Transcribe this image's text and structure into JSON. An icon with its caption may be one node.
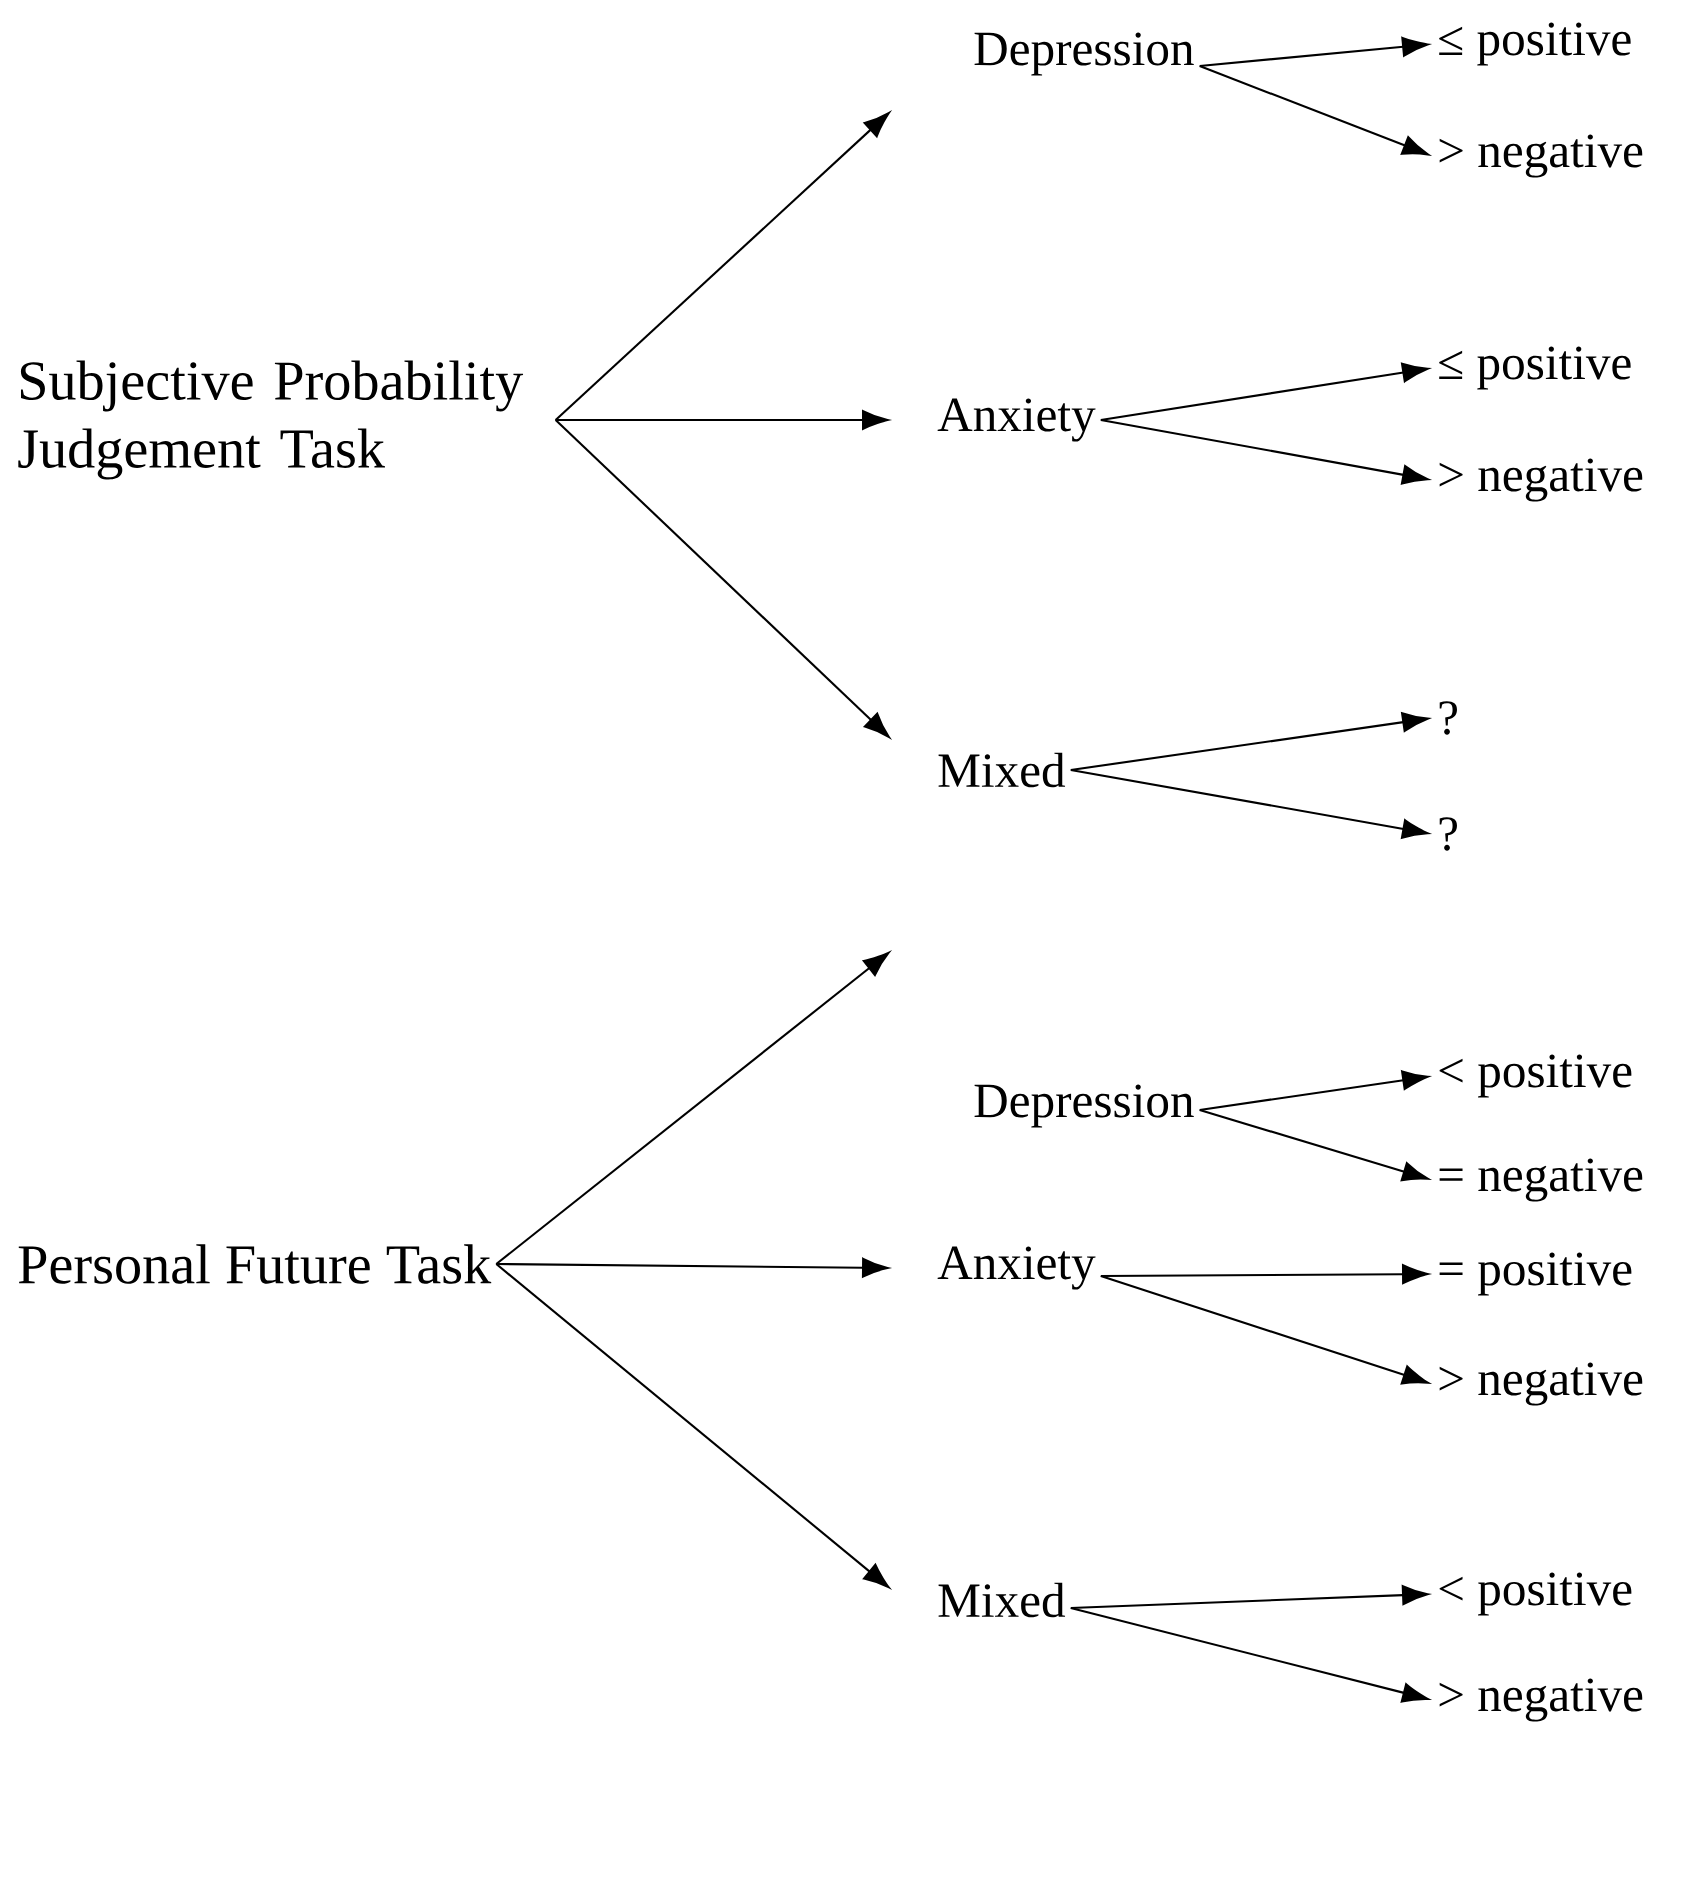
{
  "diagram": {
    "nodes": [
      {
        "text": [
          "Subjective Probability Judgement Task"
        ]
      },
      {
        "text": [
          "Depression"
        ]
      },
      {
        "text": [
          "≤ positive"
        ]
      },
      {
        "text": [
          "> negative"
        ]
      },
      {
        "text": [
          "Anxiety"
        ]
      },
      {
        "text": [
          "≤ positive"
        ]
      },
      {
        "text": [
          "> negative"
        ]
      },
      {
        "text": [
          "Mixed"
        ]
      },
      {
        "text": [
          "?"
        ]
      },
      {
        "text": [
          "?"
        ]
      },
      {
        "text": [
          "Personal Future Task"
        ]
      },
      {
        "text": [
          "Depression"
        ]
      },
      {
        "text": [
          "< positive"
        ]
      },
      {
        "text": [
          "= negative"
        ]
      },
      {
        "text": [
          "Anxiety"
        ]
      },
      {
        "text": [
          "= positive"
        ]
      },
      {
        "text": [
          "> negative"
        ]
      },
      {
        "text": [
          "Mixed"
        ]
      },
      {
        "text": [
          "< positive"
        ]
      },
      {
        "text": [
          "> negative"
        ]
      }
    ],
    "edges": [
      {
        "from": 0,
        "to": 1,
        "arrow": "to"
      },
      {
        "from": 0,
        "to": 4,
        "arrow": "to"
      },
      {
        "from": 0,
        "to": 7,
        "arrow": "to"
      },
      {
        "from": 1,
        "to": 2,
        "arrow": "to"
      },
      {
        "from": 1,
        "to": 3,
        "arrow": "to"
      },
      {
        "from": 4,
        "to": 5,
        "arrow": "to"
      },
      {
        "from": 4,
        "to": 6,
        "arrow": "to"
      },
      {
        "from": 7,
        "to": 8,
        "arrow": "to"
      },
      {
        "from": 7,
        "to": 9,
        "arrow": "to"
      },
      {
        "from": 10,
        "to": 11,
        "arrow": "to"
      },
      {
        "from": 10,
        "to": 14,
        "arrow": "to"
      },
      {
        "from": 10,
        "to": 17,
        "arrow": "to"
      },
      {
        "from": 11,
        "to": 12,
        "arrow": "to"
      },
      {
        "from": 11,
        "to": 13,
        "arrow": "to"
      },
      {
        "from": 14,
        "to": 15,
        "arrow": "to"
      },
      {
        "from": 14,
        "to": 16,
        "arrow": "to"
      },
      {
        "from": 17,
        "to": 18,
        "arrow": "to"
      },
      {
        "from": 17,
        "to": 19,
        "arrow": "to"
      }
    ]
  }
}
